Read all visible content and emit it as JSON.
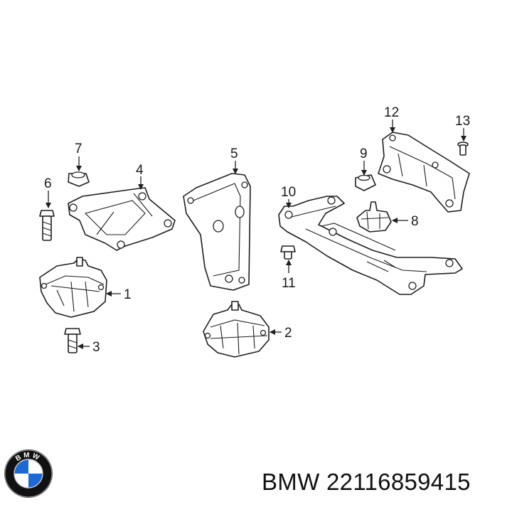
{
  "callouts": [
    "1",
    "2",
    "3",
    "4",
    "5",
    "6",
    "7",
    "8",
    "9",
    "10",
    "11",
    "12",
    "13"
  ],
  "footer": {
    "brand_part": "BMW 22116859415"
  },
  "logo": {
    "lettering": "BMW",
    "colors": {
      "blue": "#1c69d4",
      "ring": "#111111"
    }
  }
}
